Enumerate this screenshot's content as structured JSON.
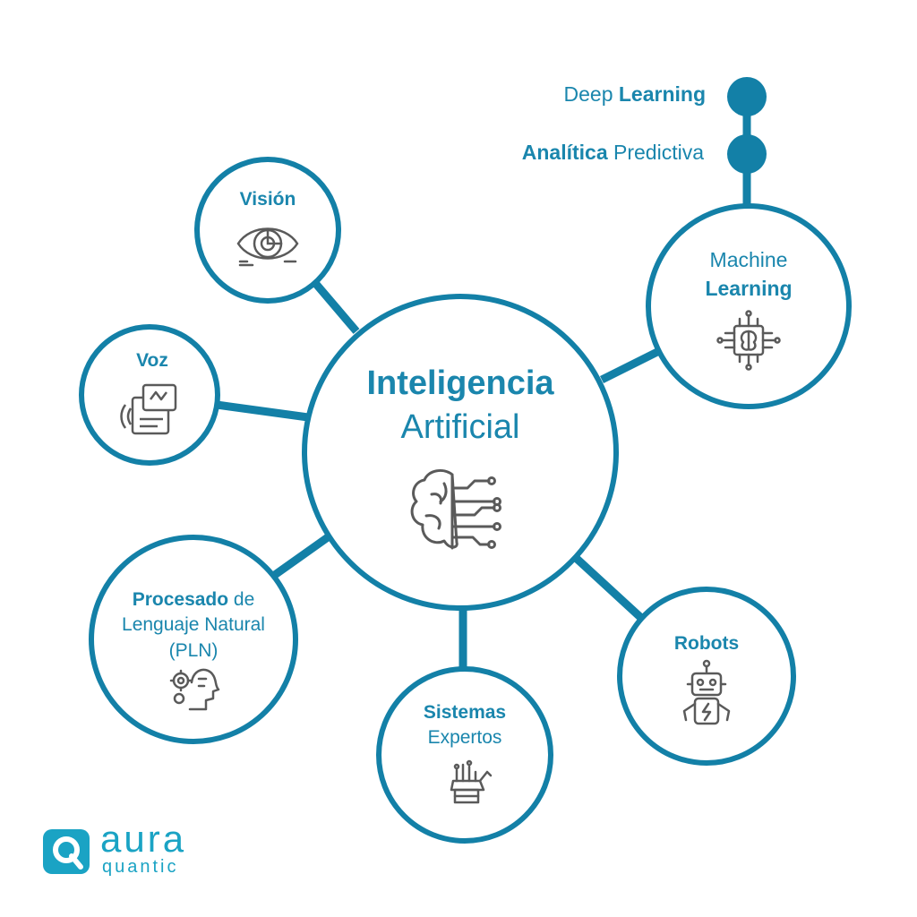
{
  "colors": {
    "ring": "#1380a7",
    "text": "#1a86ad",
    "icon": "#5a5a5a",
    "logo": "#1aa3c4"
  },
  "center": {
    "title_bold": "Inteligencia",
    "title_light": "Artificial",
    "icon": "brain-circuit-icon"
  },
  "nodes": {
    "vision": {
      "bold": "Visión",
      "icon": "eye-icon"
    },
    "voz": {
      "bold": "Voz",
      "icon": "voice-chat-icon"
    },
    "pln": {
      "bold": "Procesado",
      "light1": " de",
      "light2": "Lenguaje Natural",
      "light3": "(PLN)",
      "icon": "head-gears-icon"
    },
    "sistemas": {
      "bold": "Sistemas",
      "light": "Expertos",
      "icon": "robotic-hand-icon"
    },
    "robots": {
      "bold": "Robots",
      "icon": "robot-icon"
    },
    "machine_learning": {
      "light": "Machine",
      "bold": "Learning",
      "icon": "chip-brain-icon"
    }
  },
  "branches": {
    "deep_learning": {
      "light": "Deep ",
      "bold": "Learning"
    },
    "analitica": {
      "bold": "Analítica",
      "light": " Predictiva"
    }
  },
  "logo": {
    "word1": "aura",
    "word2": "quantic",
    "icon": "aura-q-icon"
  }
}
